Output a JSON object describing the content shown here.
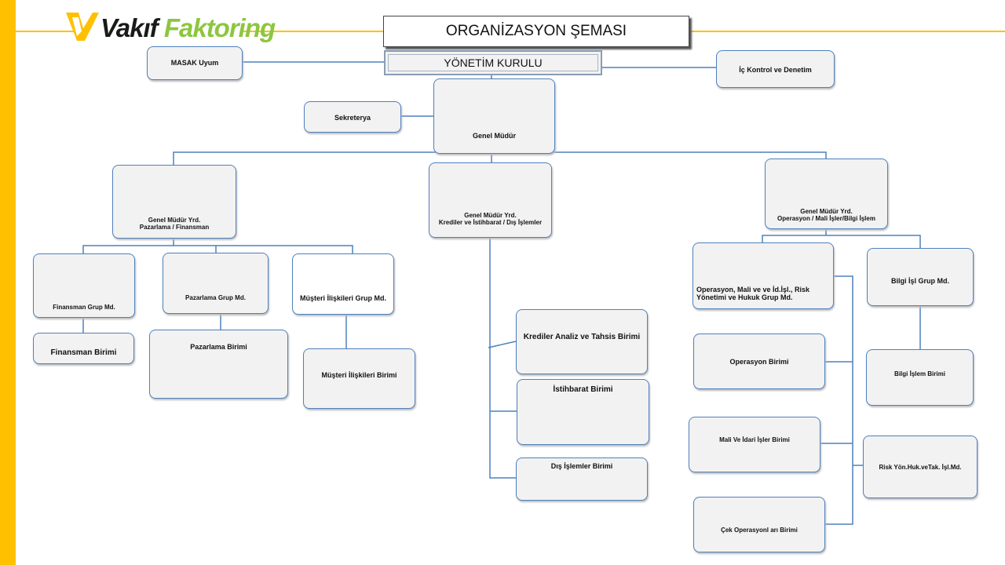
{
  "brand": {
    "word1": "Vakıf",
    "word2": "Faktoring"
  },
  "title": "ORGANİZASYON ŞEMASI",
  "board": "YÖNETİM KURULU",
  "nodes": {
    "masak": "MASAK   Uyum",
    "ic_kontrol": "İç Kontrol ve Denetim",
    "sekreterya": "Sekreterya",
    "genel_mudur": "Genel Müdür",
    "gmy_pazarlama": "Genel Müdür Yrd.\nPazarlama  / Finansman",
    "gmy_krediler": "Genel Müdür Yrd.\nKrediler ve İstihbarat / Dış İşlemler",
    "gmy_operasyon": "Genel Müdür Yrd.\nOperasyon  / Mali İşler/Bilgi  İşlem",
    "finansman_grup": "Finansman  Grup  Md.",
    "finansman_birimi": "Finansman Birimi",
    "pazarlama_grup": "Pazarlama  Grup  Md.",
    "pazarlama_birimi": "Pazarlama Birimi",
    "musteri_grup": "Müşteri İlişkileri Grup Md.",
    "musteri_birimi": "Müşteri  İlişkileri Birimi",
    "krediler_analiz": "Krediler Analiz ve Tahsis Birimi",
    "istihbarat": "İstihbarat Birimi",
    "dis_islemler": "Dış İşlemler Birimi",
    "operasyon_grup": "Operasyon, Mali ve ve İd.İşl., Risk\nYönetimi  ve  Hukuk Grup Md.",
    "bilgi_grup": "Bilgi İşl  Grup Md.",
    "operasyon_birimi": "Operasyon Birimi",
    "bilgi_islem_birimi": "Bilgi İşlem  Birimi",
    "mali_idari": "Mali  Ve  İdari  İşler  Birimi",
    "risk_yon": "Risk  Yön.Huk.veTak.   İşl.Md.",
    "cek_operasyon": "Çek  Operasyonl arı    Birimi"
  },
  "colors": {
    "accent": "#FFC000",
    "brand_green": "#8DC63F",
    "box_border": "#4f81bd",
    "box_fill": "#f2f2f2",
    "connector": "#4f81bd"
  }
}
